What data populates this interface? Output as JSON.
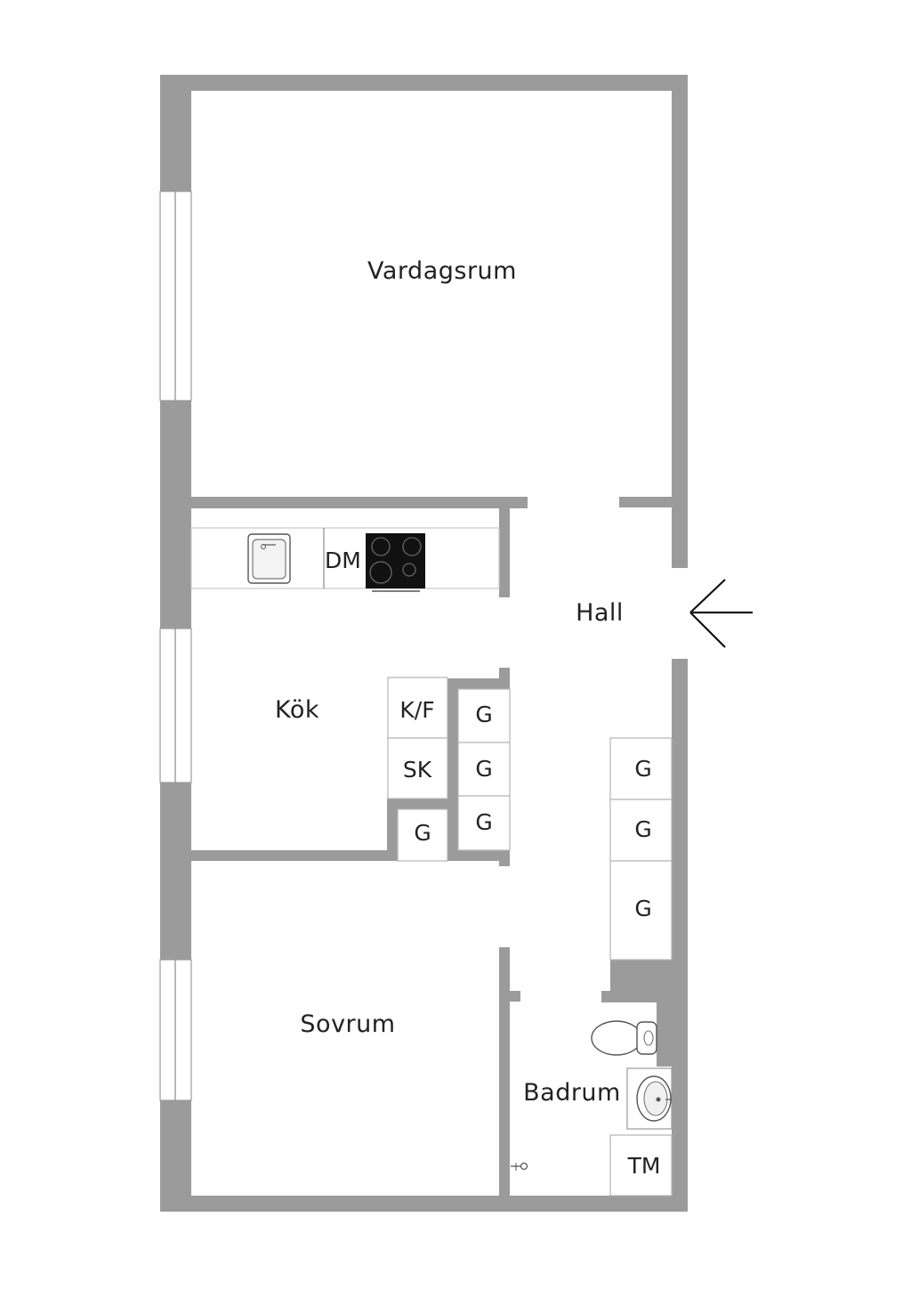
{
  "rooms": {
    "living_room": "Vardagsrum",
    "hall": "Hall",
    "kitchen": "Kök",
    "bedroom": "Sovrum",
    "bathroom": "Badrum"
  },
  "fixtures": {
    "dishwasher": "DM",
    "fridge_freezer": "K/F",
    "pantry": "SK",
    "wardrobe": "G",
    "washing_machine": "TM"
  },
  "colors": {
    "wall": "#9b9b9b",
    "background": "#ffffff",
    "stove": "#111111"
  },
  "icons": [
    "sink-icon",
    "stove-icon",
    "toilet-icon",
    "washbasin-icon",
    "shower-icon",
    "entrance-arrow-icon"
  ]
}
